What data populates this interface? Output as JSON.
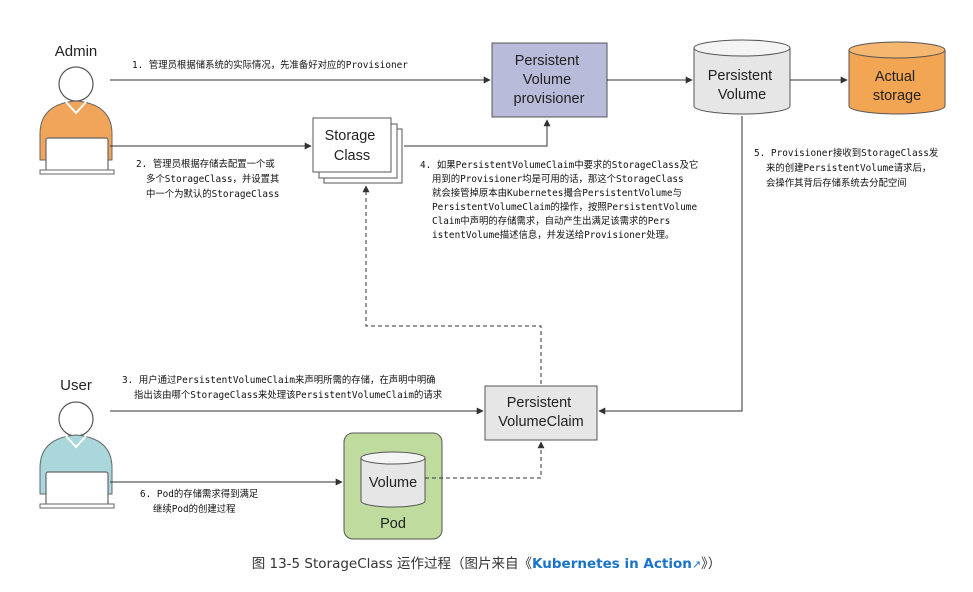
{
  "actors": {
    "admin": "Admin",
    "user": "User"
  },
  "boxes": {
    "provisioner": [
      "Persistent",
      "Volume",
      "provisioner"
    ],
    "storage_class": [
      "Storage",
      "Class"
    ],
    "persistent_volume": [
      "Persistent",
      "Volume"
    ],
    "actual_storage": [
      "Actual",
      "storage"
    ],
    "pvc": [
      "Persistent",
      "VolumeClaim"
    ],
    "volume": "Volume",
    "pod": "Pod"
  },
  "notes": {
    "step1": [
      "1. 管理员根据储系统的实际情况，先准备好对应的Provisioner"
    ],
    "step2": [
      "2. 管理员根据存储去配置一个或",
      "多个StorageClass，并设置其",
      "中一个为默认的StorageClass"
    ],
    "step3": [
      "3. 用户通过PersistentVolumeClaim来声明所需的存储，在声明中明确",
      "指出该由哪个StorageClass来处理该PersistentVolumeClaim的请求"
    ],
    "step4": [
      "4. 如果PersistentVolumeClaim中要求的StorageClass及它",
      "用到的Provisioner均是可用的话，那这个StorageClass",
      "就会接管掉原本由Kubernetes撮合PersistentVolume与",
      "PersistentVolumeClaim的操作，按照PersistentVolume",
      "Claim中声明的存储需求，自动产生出满足该需求的Pers",
      "istentVolume描述信息，并发送给Provisioner处理。"
    ],
    "step5": [
      "5. Provisioner接收到StorageClass发",
      "来的创建PersistentVolume请求后，",
      "会操作其背后存储系统去分配空间"
    ],
    "step6": [
      "6. Pod的存储需求得到满足",
      "继续Pod的创建过程"
    ]
  },
  "caption": {
    "prefix": "图 13-5 StorageClass 运作过程（图片来自《",
    "book": "Kubernetes in Action",
    "ext_icon": "external-link-icon",
    "suffix": "》）"
  },
  "colors": {
    "provisioner_fill": "#b8bbd9",
    "pv_fill": "#e6e6e6",
    "storage_fill": "#f2a552",
    "pvc_fill": "#e6e6e6",
    "pod_fill": "#bfdc9e",
    "admin_body": "#f0a55a",
    "user_body": "#a9d7dc",
    "link": "#1a73c8"
  }
}
